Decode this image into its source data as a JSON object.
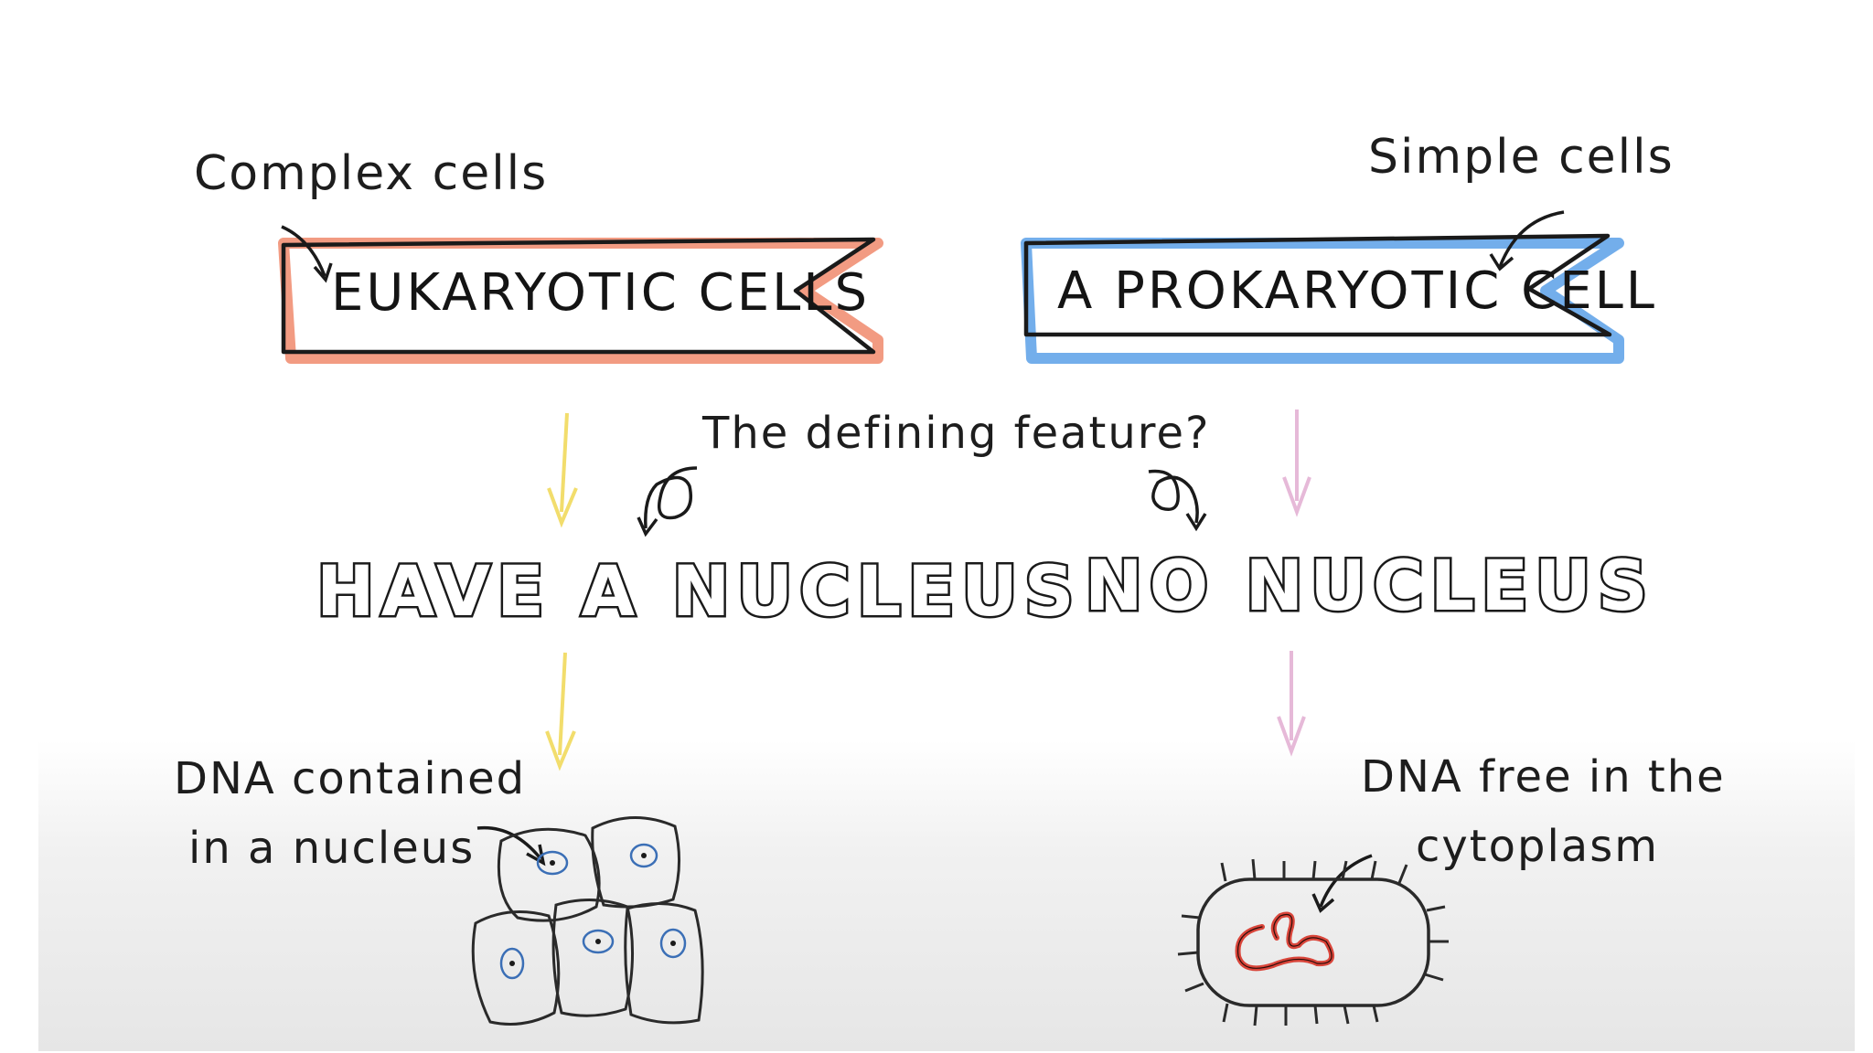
{
  "left": {
    "note": "Complex cells",
    "banner": "EUKARYOTIC CELLS",
    "banner_accent": "#f08a6c",
    "heading": "HAVE A NUCLEUS",
    "arrow_color": "#f2dd6c",
    "caption_line1": "DNA contained",
    "caption_line2": "in a nucleus",
    "nucleus_color": "#3b6fb6"
  },
  "right": {
    "note": "Simple cells",
    "banner": "A PROKARYOTIC CELL",
    "banner_accent": "#5aa0e8",
    "heading": "NO NUCLEUS",
    "arrow_color": "#e6b9d8",
    "caption_line1": "DNA free in the",
    "caption_line2": "cytoplasm",
    "dna_color": "#d9453a"
  },
  "center": {
    "question": "The defining feature?"
  }
}
